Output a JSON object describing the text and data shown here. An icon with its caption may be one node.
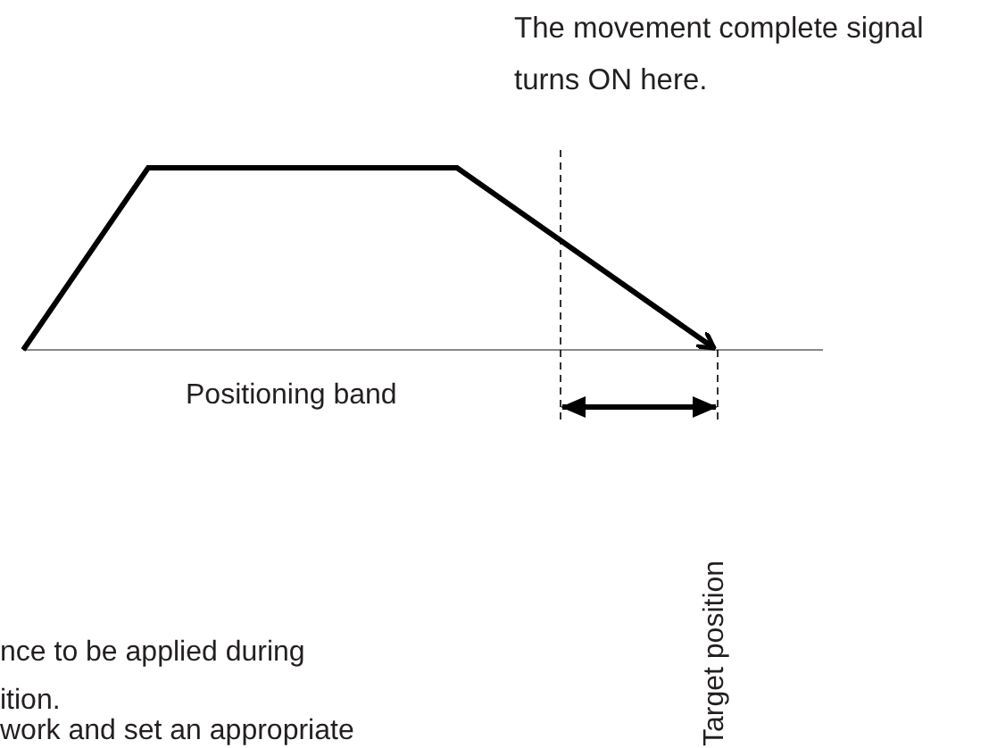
{
  "diagram": {
    "labels": [
      "The movement complete signal turns ON here.",
      "Positioning band",
      "Target position",
      "nce to be applied during",
      "ition.",
      "work and set an appropriate"
    ]
  }
}
